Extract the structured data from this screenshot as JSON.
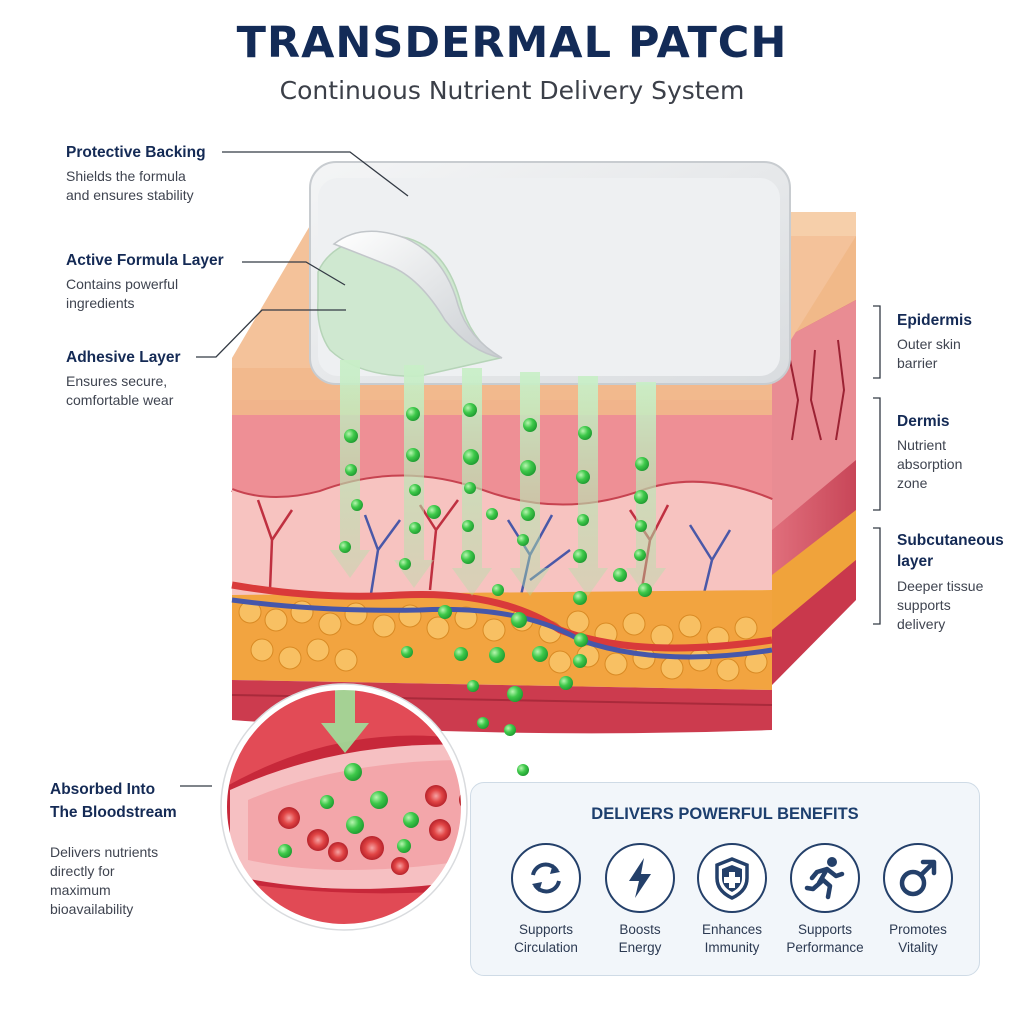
{
  "header": {
    "title": "TRANSDERMAL PATCH",
    "subtitle": "Continuous Nutrient Delivery System"
  },
  "left_labels": [
    {
      "title": "Protective Backing",
      "desc": [
        "Shields the formula",
        "and ensures stability"
      ]
    },
    {
      "title": "Active Formula Layer",
      "desc": [
        "Contains powerful",
        "ingredients"
      ]
    },
    {
      "title": "Adhesive Layer",
      "desc": [
        "Ensures secure,",
        "comfortable wear"
      ]
    }
  ],
  "right_labels": [
    {
      "title": [
        "Epidermis"
      ],
      "desc": [
        "Outer skin",
        "barrier"
      ]
    },
    {
      "title": [
        "Dermis"
      ],
      "desc": [
        "Nutrient",
        "absorption",
        "zone"
      ]
    },
    {
      "title": [
        "Subcutaneous",
        "layer"
      ],
      "desc": [
        "Deeper tissue",
        "supports",
        "delivery"
      ]
    }
  ],
  "bloodstream": {
    "title": [
      "Absorbed Into",
      "The Bloodstream"
    ],
    "desc": [
      "Delivers nutrients",
      "directly for",
      "maximum",
      "bioavailability"
    ]
  },
  "benefits": {
    "title": "DELIVERS POWERFUL BENEFITS",
    "items": [
      {
        "icon": "circulation-arrows-icon",
        "label": [
          "Supports",
          "Circulation"
        ]
      },
      {
        "icon": "lightning-bolt-icon",
        "label": [
          "Boosts",
          "Energy"
        ]
      },
      {
        "icon": "shield-cross-icon",
        "label": [
          "Enhances",
          "Immunity"
        ]
      },
      {
        "icon": "running-person-icon",
        "label": [
          "Supports",
          "Performance"
        ]
      },
      {
        "icon": "male-symbol-icon",
        "label": [
          "Promotes",
          "Vitality"
        ]
      }
    ]
  },
  "colors": {
    "title": "#132b57",
    "accent_green": "#35c24a",
    "epidermis": "#f2b98d",
    "dermis": "#f1a8a6",
    "fat": "#f4a93c",
    "blood": "#d93a3a"
  }
}
